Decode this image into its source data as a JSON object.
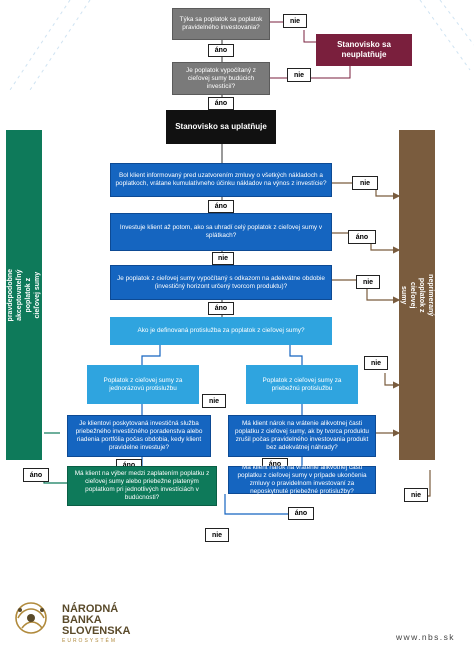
{
  "colors": {
    "grey": "#7a7a7a",
    "blue": "#1565c0",
    "light_blue": "#2fa4df",
    "maroon": "#7a1f3d",
    "green": "#0e7a5a",
    "brown": "#7a5c3e",
    "logo": "#5a4a2a",
    "logo_accent": "#b08a3c"
  },
  "nodes": {
    "q1": "Týka sa poplatok sa poplatok pravidelného investovania?",
    "q2": "Je poplatok vypočítaný z cieľovej sumy budúcich investícií?",
    "not_applies": "Stanovisko sa neuplatňuje",
    "applies": "Stanovisko sa uplatňuje",
    "q3": "Bol klient informovaný pred uzatvorením zmluvy o všetkých nákladoch a poplatkoch, vrátane kumulatívneho účinku nákladov na výnos z investície?",
    "q4": "Investuje klient až potom, ako sa uhradí celý poplatok z cieľovej sumy v splátkach?",
    "q5": "Je poplatok z cieľovej sumy vypočítaný s odkazom na adekvátne obdobie (investičný horizont určený tvorcom produktu)?",
    "q6": "Ako je definovaná protislužba za poplatok z cieľovej sumy?",
    "one_time": "Poplatok z cieľovej sumy za jednorázovú protislužbu",
    "ongoing": "Poplatok z cieľovej sumy za priebežnú protislužbu",
    "q7": "Je klientovi poskytovaná investičná služba priebežného investičného poradenstva alebo riadenia portfólia počas obdobia, kedy klient pravidelne investuje?",
    "q8": "Má klient nárok na vrátenie alikvotnej časti poplatku z cieľovej sumy, ak by tvorca produktu zrušil počas pravidelného investovania produkt bez adekvátnej náhrady?",
    "q9": "Má klient na výber medzi zaplatením poplatku z cieľovej sumy alebo priebežne plateným poplatkom pri jednotlivých investíciách v budúcnosti?",
    "q10": "Má klient nárok na vrátenie alikvotnej časti poplatku z cieľovej sumy v prípade ukončenia zmluvy o pravidelnom investovaní za neposkytnuté priebežné protislužby?",
    "left_bar": "pravdepodobne akceptovateľný poplatok z cieľovej sumy",
    "right_bar": "neprimeraný poplatok z cieľovej sumy"
  },
  "labels": {
    "yes": "áno",
    "no": "nie"
  },
  "logo": {
    "line1": "NÁRODNÁ",
    "line2": "BANKA",
    "line3": "SLOVENSKA",
    "sub": "EUROSYSTÉM"
  },
  "website": "www.nbs.sk"
}
